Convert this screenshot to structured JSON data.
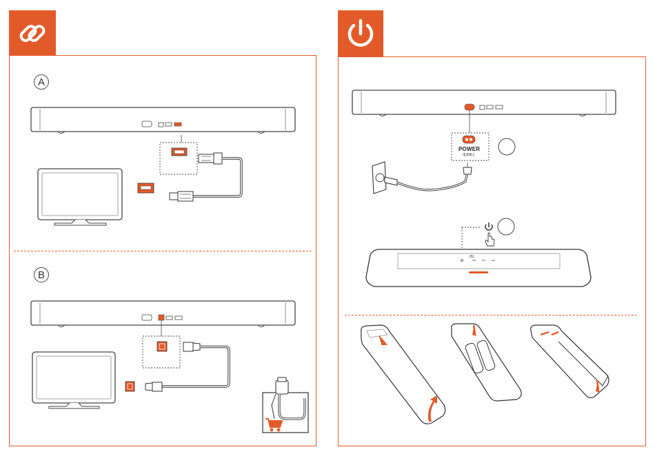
{
  "left_panel": {
    "icon": "link-icon",
    "sections": [
      {
        "id": "A",
        "label": "A"
      },
      {
        "id": "B",
        "label": "B"
      }
    ]
  },
  "right_panel": {
    "icon": "power-icon",
    "power_label": "POWER",
    "power_sublabel": "电源输入",
    "brand_mark": "JBL"
  },
  "colors": {
    "accent": "#e35a2a",
    "line": "#444444"
  }
}
